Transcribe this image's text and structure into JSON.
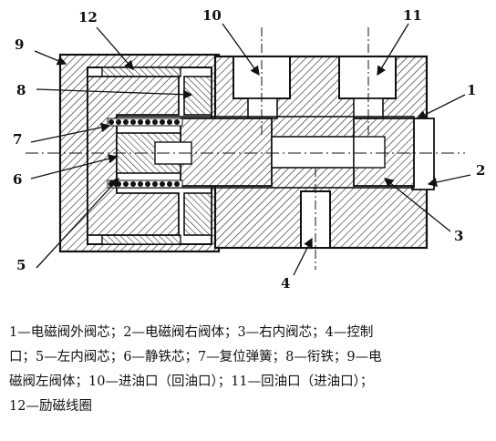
{
  "diagram": {
    "labels": {
      "l1": "1",
      "l2": "2",
      "l3": "3",
      "l4": "4",
      "l5": "5",
      "l6": "6",
      "l7": "7",
      "l8": "8",
      "l9": "9",
      "l10": "10",
      "l11": "11",
      "l12": "12"
    }
  },
  "caption": {
    "lines": [
      "1—电磁阀外阀芯；2—电磁阀右阀体；3—右内阀芯；4—控制",
      "口；5—左内阀芯；6—静铁芯；7—复位弹簧；8—衔铁；9—电",
      "磁阀左阀体；10—进油口（回油口）；11—回油口（进油口）；",
      "12—励磁线圈"
    ]
  },
  "colors": {
    "ink": "#111111",
    "paper": "#ffffff"
  }
}
